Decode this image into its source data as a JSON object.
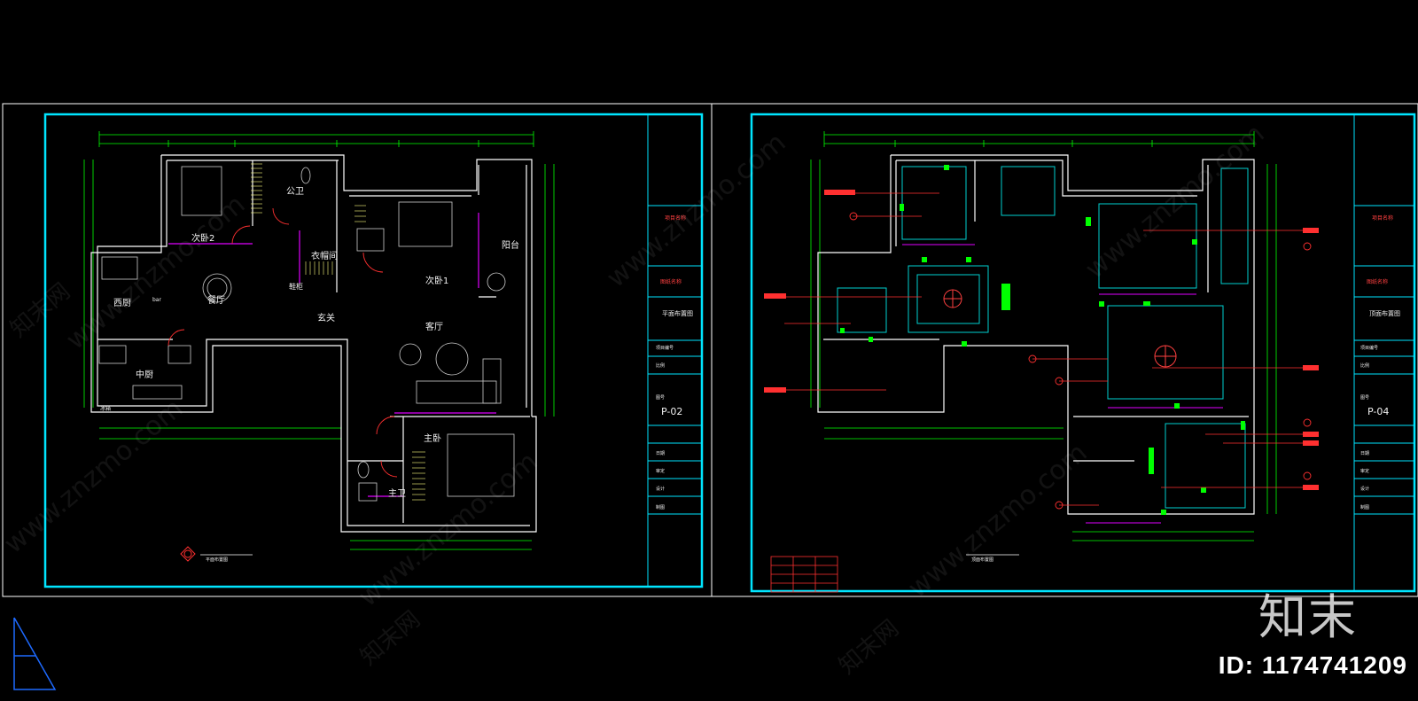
{
  "sheet1": {
    "sheet_no": "P-02",
    "title_block": [
      "项目名称",
      "图纸名称",
      "平面布置图",
      "项目编号",
      "比例",
      "图号",
      "日期",
      "审定",
      "设计",
      "制图"
    ],
    "rooms": {
      "bedroom2": "次卧2",
      "public_bath": "公卫",
      "cloakroom": "衣帽间",
      "bedroom1": "次卧1",
      "balcony": "阳台",
      "dining": "餐厅",
      "west_kitchen": "西厨",
      "foyer": "玄关",
      "living": "客厅",
      "chinese_kitchen": "中厨",
      "master_bedroom": "主卧",
      "master_bath": "主卫",
      "shoe_cabinet": "鞋柜",
      "bar": "bar",
      "fridge": "冰箱"
    },
    "plan_caption": "平面布置图"
  },
  "sheet2": {
    "sheet_no": "P-04",
    "title_block": [
      "项目名称",
      "图纸名称",
      "顶面布置图",
      "项目编号",
      "比例",
      "图号",
      "日期",
      "审定",
      "设计",
      "制图"
    ],
    "plan_caption": "顶面布置图"
  },
  "watermarks": [
    "www.znzmo.com",
    "知末网"
  ],
  "logo": "知末",
  "id_label": "ID: 1174741209",
  "colors": {
    "frame": "#00e5ff",
    "wall": "#ffffff",
    "furniture": "#cccccc",
    "accent_magenta": "#e000ff",
    "hatch_yellow": "#ffff40",
    "ceiling_green": "#00ff00",
    "annotation_red": "#ff3030"
  }
}
